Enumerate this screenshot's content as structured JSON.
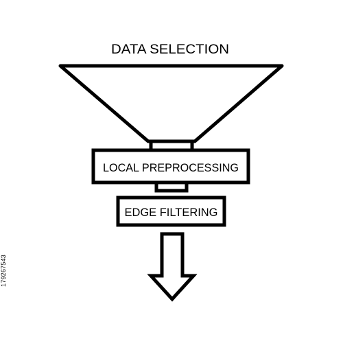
{
  "diagram": {
    "title": "DATA SELECTION",
    "stages": [
      "LOCAL PREPROCESSING",
      "EDGE FILTERING"
    ]
  },
  "watermark": {
    "image_id": "179267543"
  },
  "colors": {
    "stroke": "#000000",
    "background": "#ffffff"
  },
  "icons": {
    "funnel": "funnel-icon",
    "arrow": "arrow-down-icon"
  }
}
